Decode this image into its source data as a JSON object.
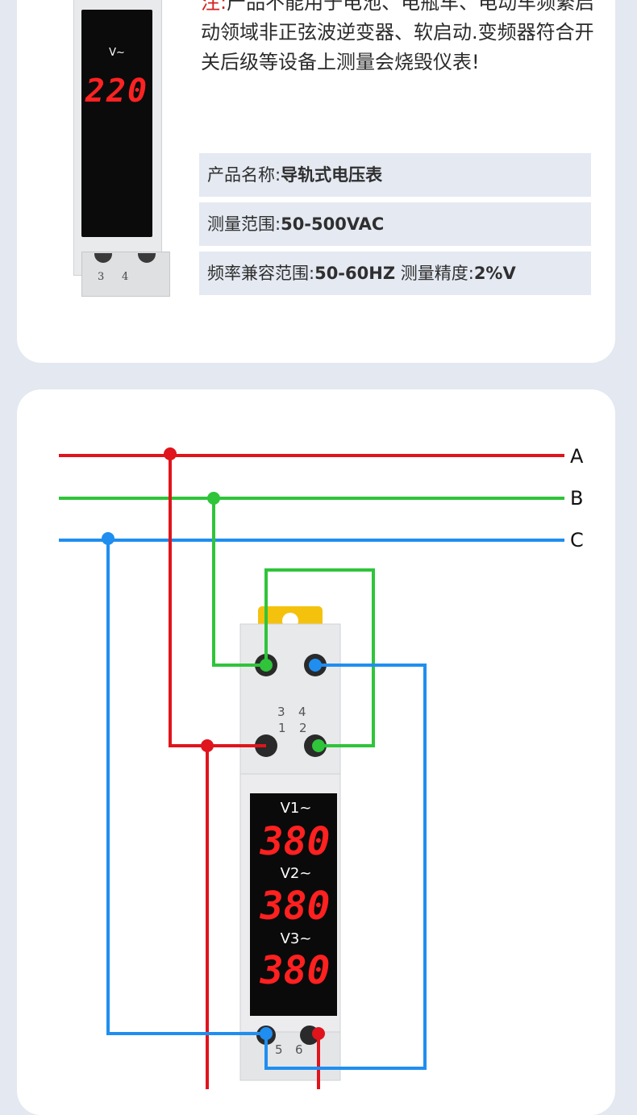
{
  "meter_single": {
    "label": "V~",
    "reading": "220",
    "terminals": [
      "3",
      "4"
    ]
  },
  "notice": {
    "prefix": "注:",
    "text": "产品不能用于电池、电瓶车、电动车频繁启动领域非正弦波逆变器、软启动.变频器符合开关后级等设备上测量会烧毁仪表!"
  },
  "specs": {
    "name": {
      "label": "产品名称:",
      "value": "导轨式电压表"
    },
    "range": {
      "label": "测量范围:",
      "value": "50-500VAC"
    },
    "freq": {
      "label": "频率兼容范围:",
      "value": "50-60HZ",
      "acc_label": "测量精度:",
      "acc_value": "2%V"
    }
  },
  "wiring": {
    "phases": [
      "A",
      "B",
      "C"
    ],
    "phase_colors": {
      "A": "#e0141c",
      "B": "#2fc43a",
      "C": "#1f8ef0"
    },
    "top_terminals": [
      "3",
      "4"
    ],
    "mid_terminals": [
      "1",
      "2"
    ],
    "bottom_terminals": [
      "5",
      "6"
    ],
    "displays": [
      {
        "label": "V1~",
        "reading": "380"
      },
      {
        "label": "V2~",
        "reading": "380"
      },
      {
        "label": "V3~",
        "reading": "380"
      }
    ]
  }
}
